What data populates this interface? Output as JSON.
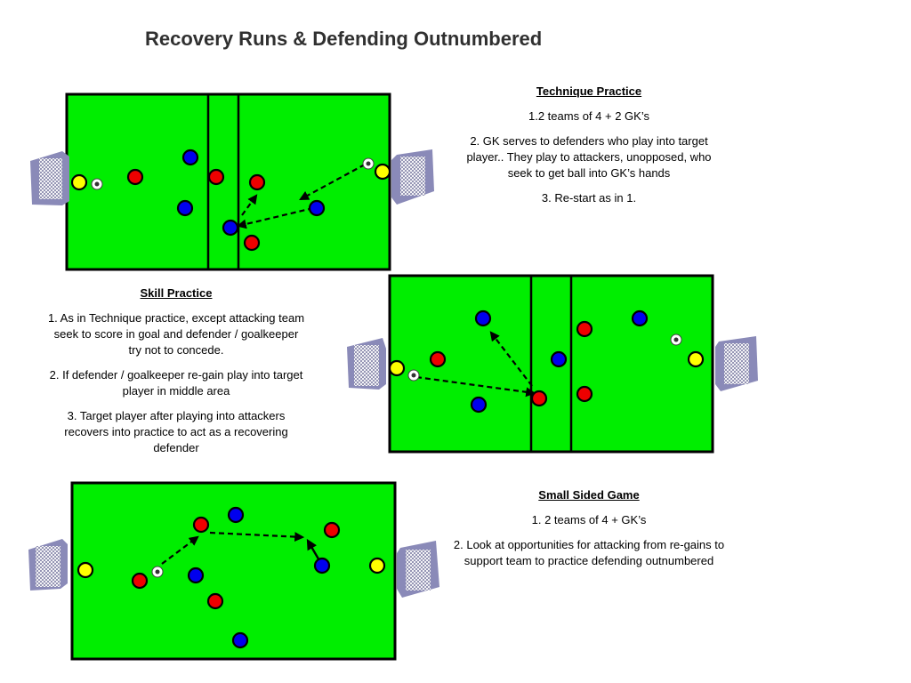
{
  "title": "Recovery Runs & Defending Outnumbered",
  "colors": {
    "pitch": "#00ee00",
    "line": "#000000",
    "red": "#ee0000",
    "blue": "#0000ee",
    "yellow": "#ffff00",
    "net": "#8a8ab8"
  },
  "technique": {
    "heading": "Technique Practice",
    "items": [
      "1.2 teams of 4 + 2 GK’s",
      "2. GK serves to defenders who play into  target player.. They play to attackers, unopposed, who seek to get ball into GK’s hands",
      "3. Re-start as in 1."
    ]
  },
  "skill": {
    "heading": "Skill Practice",
    "items": [
      "1.  As in Technique practice, except attacking team seek to score in goal and defender / goalkeeper try not to concede.",
      "2.  If defender  / goalkeeper re-gain play into target player in middle area",
      "3.  Target player after playing into attackers recovers into practice to act as a recovering defender"
    ]
  },
  "ssg": {
    "heading": "Small Sided Game",
    "items": [
      "1.  2 teams of 4 + GK’s",
      "2.  Look at opportunities for  attacking from re-gains to support team to practice defending outnumbered"
    ]
  }
}
